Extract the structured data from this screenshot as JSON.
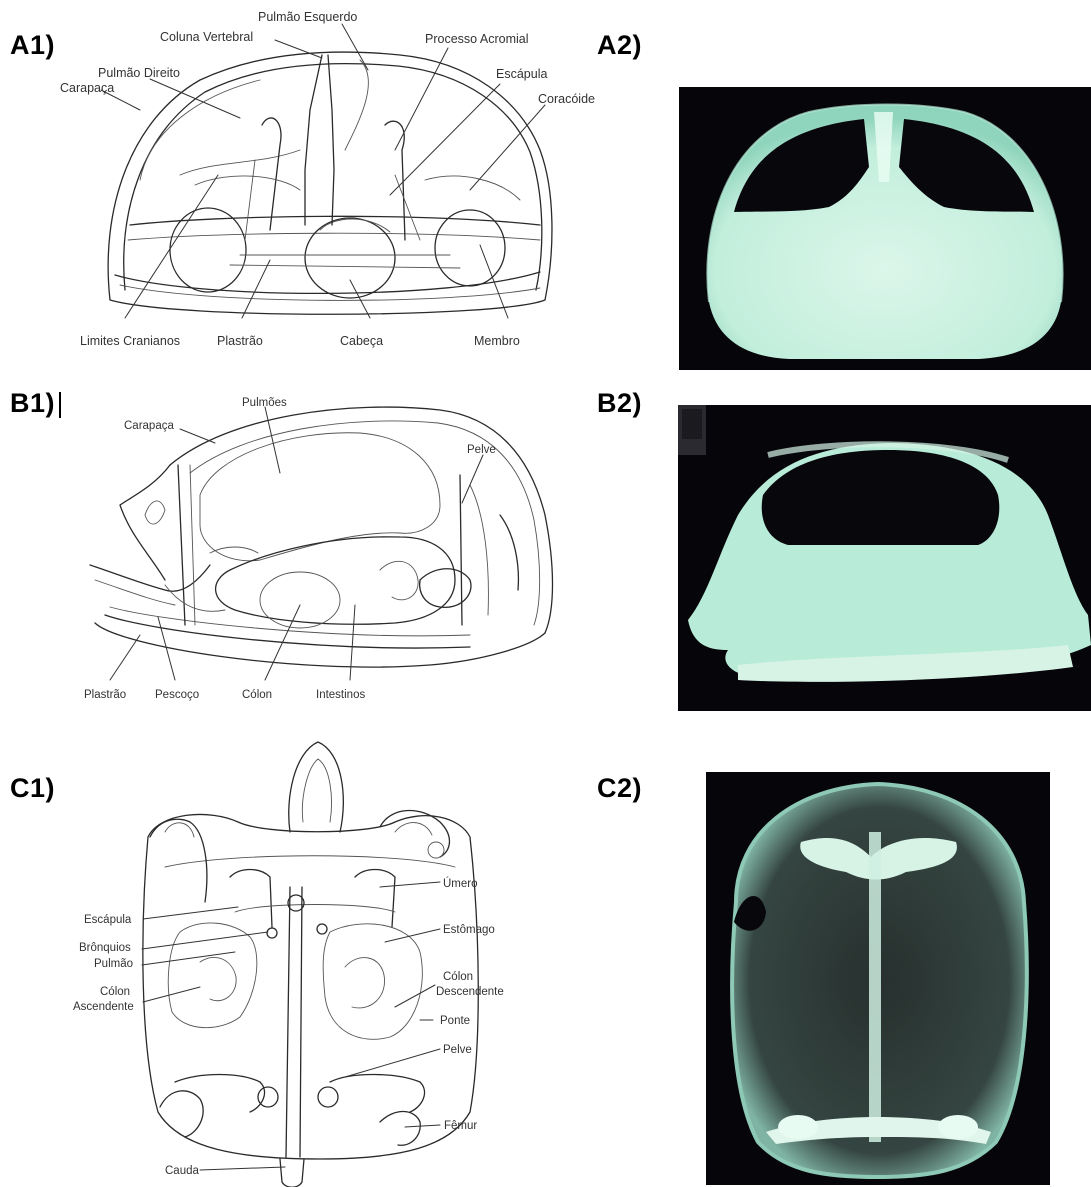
{
  "panels": {
    "a1": {
      "label": "A1)",
      "parts": {
        "pulmao_esquerdo": "Pulmão Esquerdo",
        "coluna_vertebral": "Coluna Vertebral",
        "processo_acromial": "Processo Acromial",
        "pulmao_direito": "Pulmão Direito",
        "carapaca": "Carapaça",
        "escapula": "Escápula",
        "coracoide": "Coracóide",
        "limites_cranianos": "Limites Cranianos",
        "plastrao": "Plastrão",
        "cabeca": "Cabeça",
        "membro": "Membro"
      }
    },
    "a2": {
      "label": "A2)"
    },
    "b1": {
      "label": "B1)",
      "parts": {
        "pulmoes": "Pulmões",
        "carapaca": "Carapaça",
        "pelve": "Pelve",
        "plastrao": "Plastrão",
        "pescoco": "Pescoço",
        "colon": "Cólon",
        "intestinos": "Intestinos"
      }
    },
    "b2": {
      "label": "B2)"
    },
    "c1": {
      "label": "C1)",
      "parts": {
        "umero": "Úmero",
        "escapula": "Escápula",
        "estomago": "Estômago",
        "bronquios": "Brônquios",
        "pulmao": "Pulmão",
        "colon_ascendente_1": "Cólon",
        "colon_ascendente_2": "Ascendente",
        "colon_descendente_1": "Cólon",
        "colon_descendente_2": "Descendente",
        "ponte": "Ponte",
        "pelve": "Pelve",
        "femur": "Fêmur",
        "cauda": "Cauda"
      }
    },
    "c2": {
      "label": "C2)"
    }
  },
  "colors": {
    "xray_background": "#06060a",
    "xray_bone": "#d6f3e6",
    "xray_body": "#b8ecd8",
    "line_drawing": "#2a2a2a"
  }
}
